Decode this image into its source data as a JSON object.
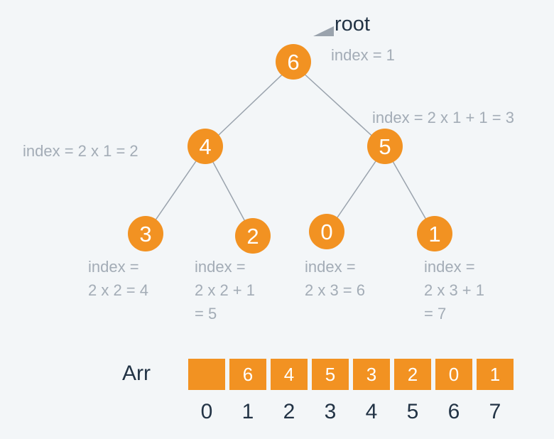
{
  "root_label": "root",
  "nodes": [
    {
      "id": "n1",
      "value": "6",
      "label_lines": [
        "index = 1"
      ]
    },
    {
      "id": "n2",
      "value": "4",
      "label_lines": [
        "index = 2 x 1 = 2"
      ]
    },
    {
      "id": "n3",
      "value": "5",
      "label_lines": [
        "index = 2 x 1 + 1 = 3"
      ]
    },
    {
      "id": "n4",
      "value": "3",
      "label_lines": [
        "index =",
        "2 x 2 = 4"
      ]
    },
    {
      "id": "n5",
      "value": "2",
      "label_lines": [
        "index =",
        "2 x 2 + 1",
        "= 5"
      ]
    },
    {
      "id": "n6",
      "value": "0",
      "label_lines": [
        "index =",
        "2 x 3 = 6"
      ]
    },
    {
      "id": "n7",
      "value": "1",
      "label_lines": [
        "index =",
        "2 x 3 + 1",
        "= 7"
      ]
    }
  ],
  "edges": [
    [
      "n1",
      "n2"
    ],
    [
      "n1",
      "n3"
    ],
    [
      "n2",
      "n4"
    ],
    [
      "n2",
      "n5"
    ],
    [
      "n3",
      "n6"
    ],
    [
      "n3",
      "n7"
    ]
  ],
  "array": {
    "title": "Arr",
    "cells": [
      "",
      "6",
      "4",
      "5",
      "3",
      "2",
      "0",
      "1"
    ],
    "indices": [
      "0",
      "1",
      "2",
      "3",
      "4",
      "5",
      "6",
      "7"
    ]
  },
  "colors": {
    "node_fill": "#f29222",
    "edge": "#9aa3ad",
    "label_text": "#a3acb6",
    "dark_text": "#223345",
    "background": "#f3f6f8"
  }
}
